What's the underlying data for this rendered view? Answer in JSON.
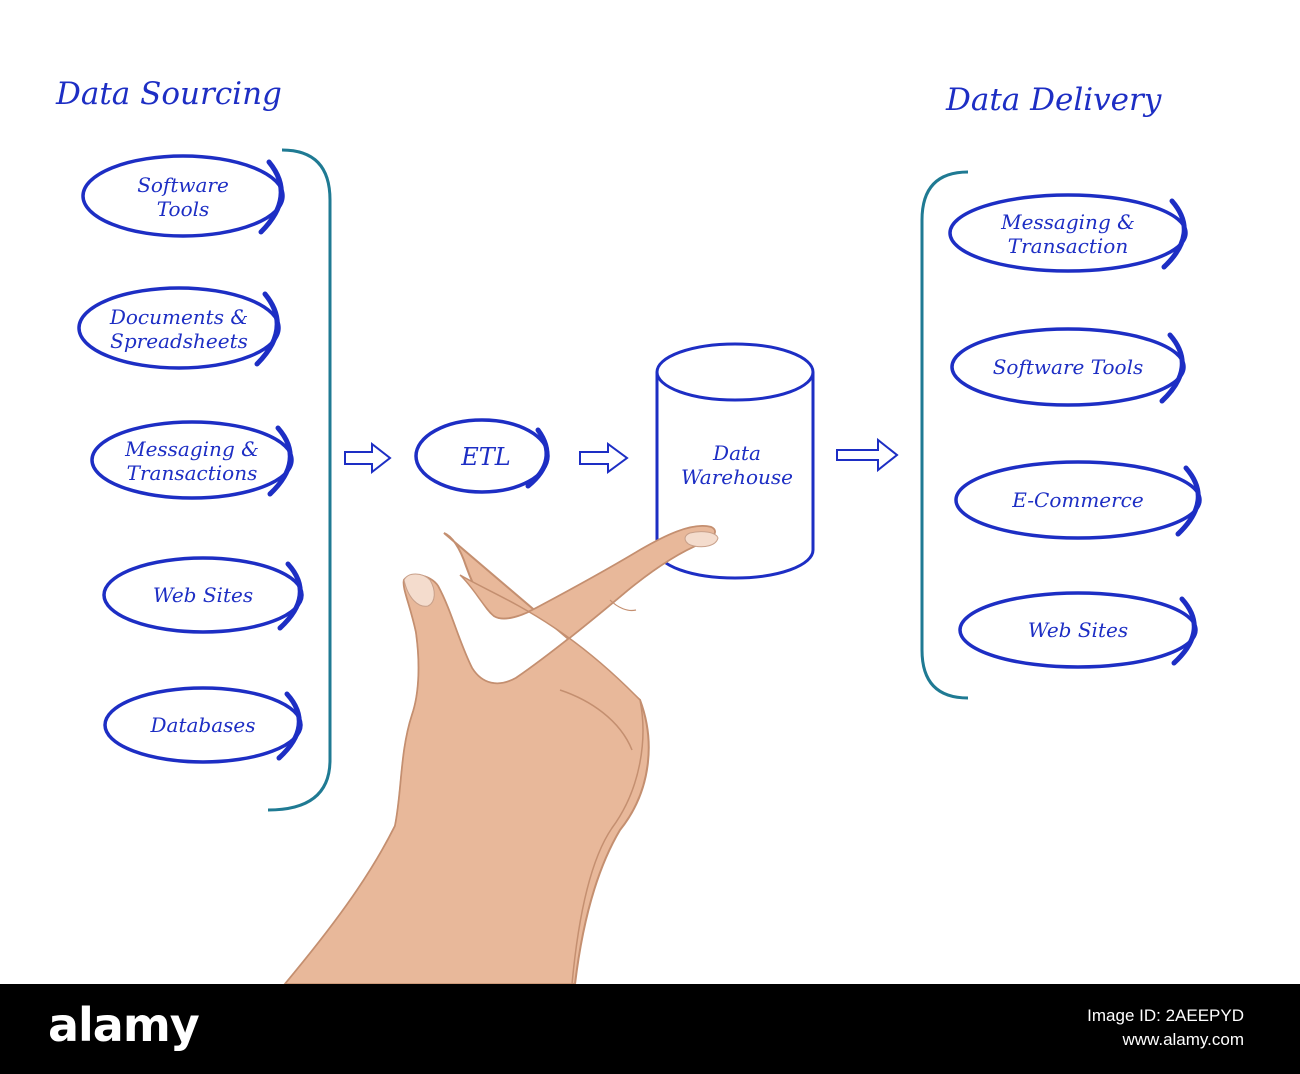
{
  "diagram": {
    "sourcing_title": "Data Sourcing",
    "delivery_title": "Data Delivery",
    "sources": [
      "Software|Tools",
      "Documents &|Spreadsheets",
      "Messaging &|Transactions",
      "Web Sites",
      "Databases"
    ],
    "etl_label": "ETL",
    "warehouse_label": "Data|Warehouse",
    "deliveries": [
      "Messaging &|Transaction",
      "Software Tools",
      "E-Commerce",
      "Web Sites"
    ],
    "ink_color": "#1d2ec4",
    "bracket_color": "#1f7a93"
  },
  "footer": {
    "logo": "alamy",
    "image_id": "Image ID: 2AEEPYD",
    "url": "www.alamy.com"
  }
}
